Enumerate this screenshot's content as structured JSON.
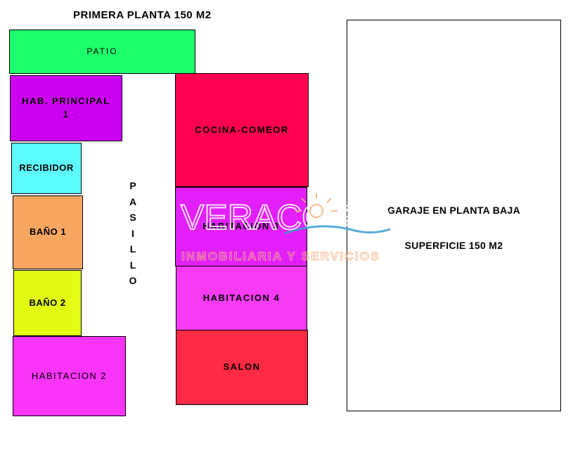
{
  "plan": {
    "title": "PRIMERA PLANTA 150 M2",
    "corridor_label": "PASILLO",
    "rooms": [
      {
        "id": "patio",
        "label": "PATIO",
        "color": "#1eff6c"
      },
      {
        "id": "hab-principal",
        "label": "HAB. PRINCIPAL\n1",
        "color": "#cc00f0"
      },
      {
        "id": "recibidor",
        "label": "RECIBIDOR",
        "color": "#5cfcfc"
      },
      {
        "id": "bano-1",
        "label": "BAÑO 1",
        "color": "#f8a660"
      },
      {
        "id": "bano-2",
        "label": "BAÑO 2",
        "color": "#e2fc12"
      },
      {
        "id": "habitacion-2",
        "label": "HABITACION 2",
        "color": "#fa34f8"
      },
      {
        "id": "cocina-comedor",
        "label": "COCINA-COMEOR",
        "color": "#ff0050"
      },
      {
        "id": "habitacion-3",
        "label": "HABITACION 3",
        "color": "#e31ffa"
      },
      {
        "id": "habitacion-4",
        "label": "HABITACION 4",
        "color": "#f73af4"
      },
      {
        "id": "salon",
        "label": "SALON",
        "color": "#fe2a46"
      }
    ],
    "garage": {
      "line1": "GARAJE EN PLANTA BAJA",
      "line2": "SUPERFICIE 150 M2"
    }
  },
  "watermark": {
    "brand": "VERACOSTA",
    "tagline": "INMOBILIARIA Y SERVICIOS",
    "color": "#ffffff",
    "accent": "#f4b183",
    "wave_color": "#3a9fd6"
  }
}
